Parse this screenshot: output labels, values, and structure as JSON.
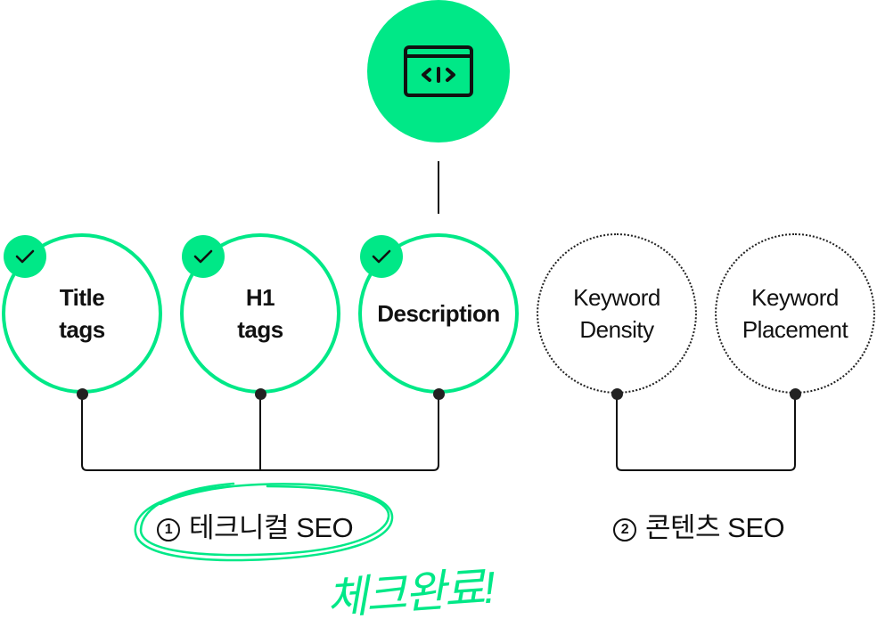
{
  "diagram": {
    "hub": {
      "icon": "code-window-icon",
      "color": "#00E887"
    },
    "nodes": [
      {
        "label": "Title\ntags",
        "status": "checked",
        "group": 1
      },
      {
        "label": "H1\ntags",
        "status": "checked",
        "group": 1
      },
      {
        "label": "Description",
        "status": "checked",
        "group": 1
      },
      {
        "label": "Keyword\nDensity",
        "status": "unchecked",
        "group": 2
      },
      {
        "label": "Keyword\nPlacement",
        "status": "unchecked",
        "group": 2
      }
    ],
    "groups": [
      {
        "number": "1",
        "label": "테크니컬 SEO",
        "highlighted": true
      },
      {
        "number": "2",
        "label": "콘텐츠 SEO",
        "highlighted": false
      }
    ],
    "annotation": "체크완료!",
    "colors": {
      "accent": "#00E887",
      "line": "#222222",
      "text": "#111111"
    }
  }
}
